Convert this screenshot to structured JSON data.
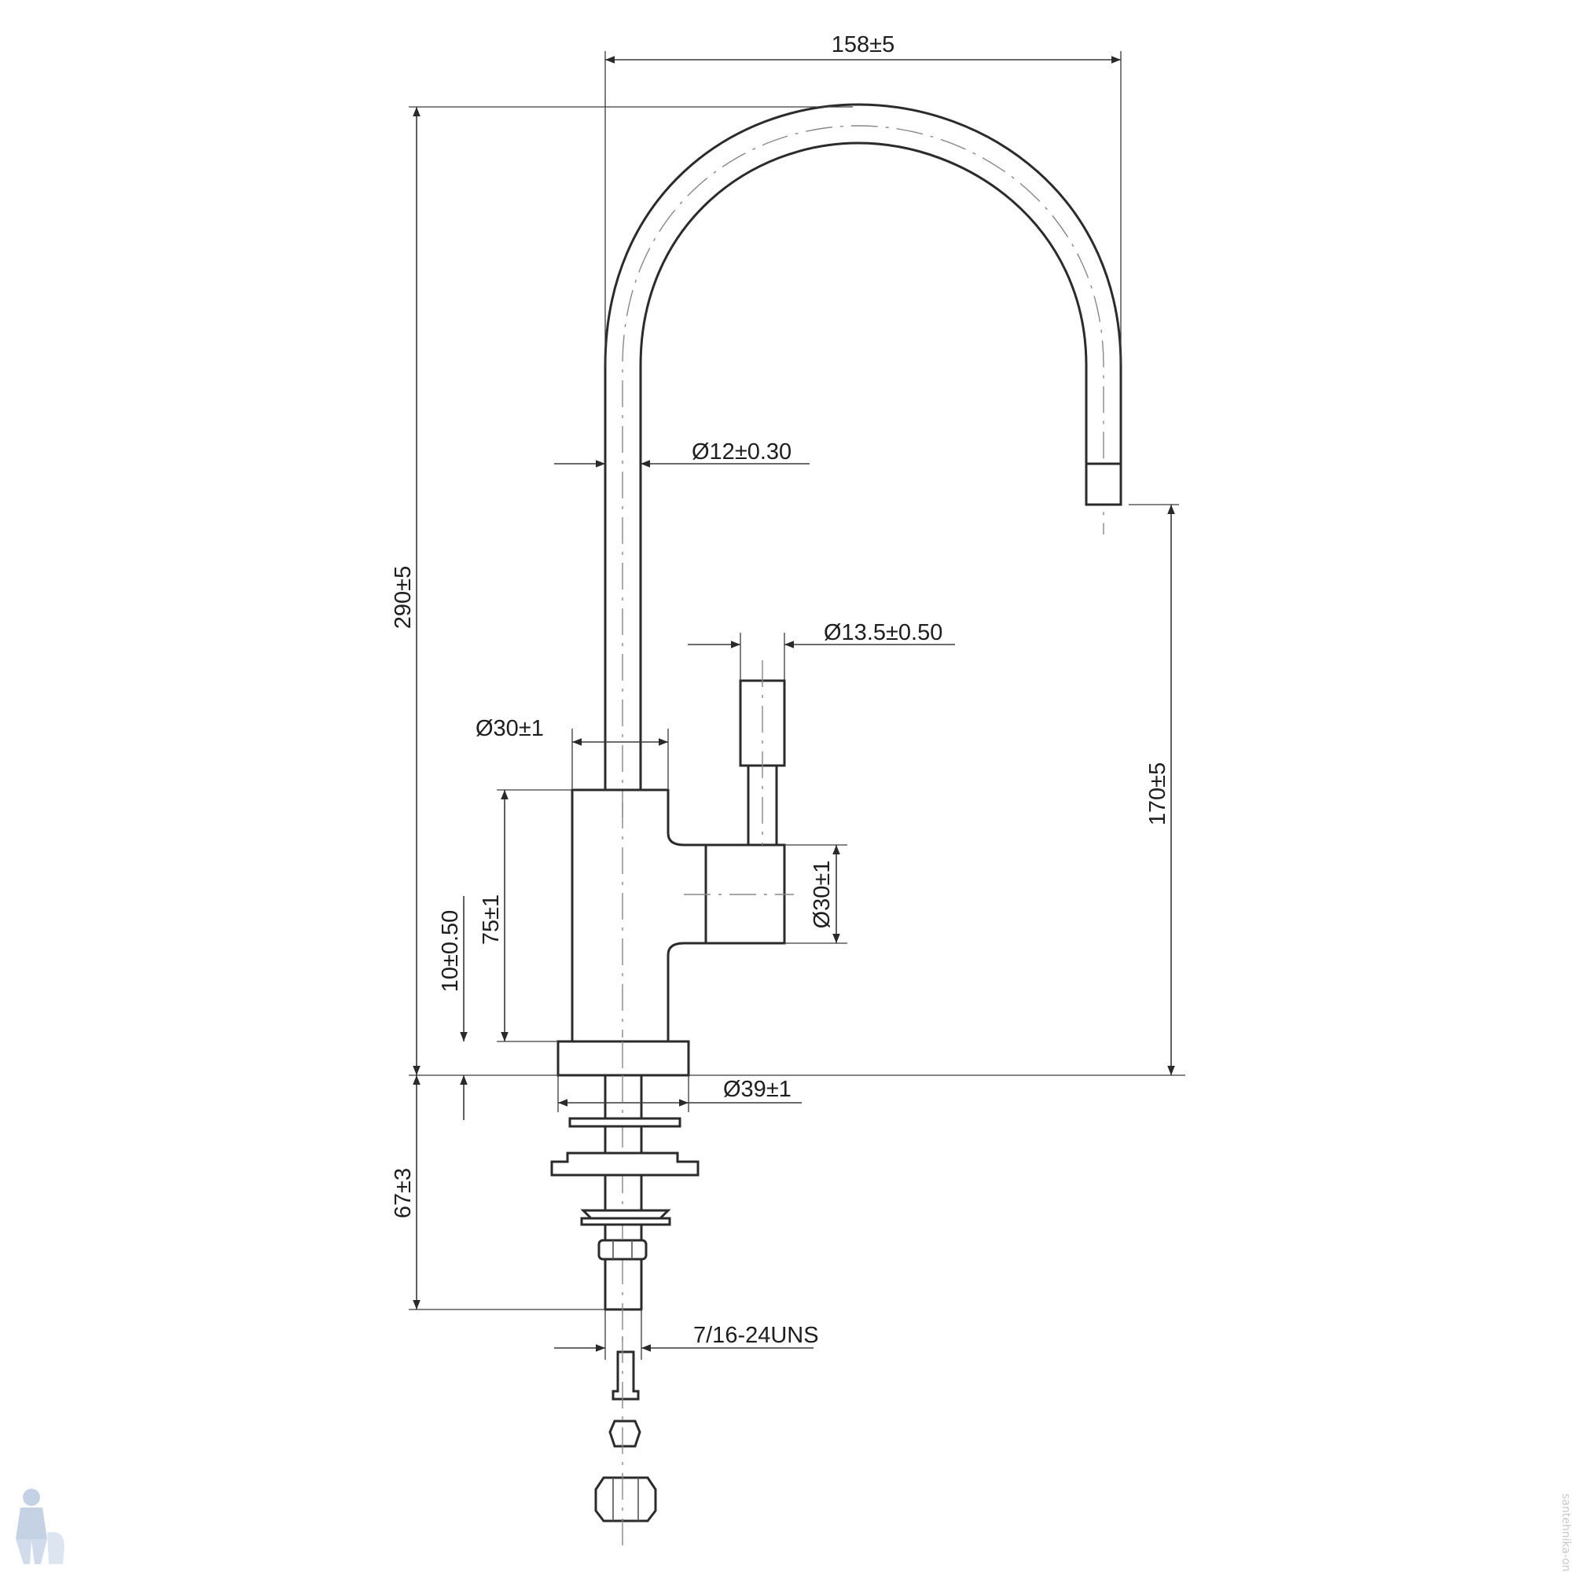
{
  "dimensions": {
    "spout_reach": "158±5",
    "total_height": "290±5",
    "tube_diameter": "Ø12±0.30",
    "handle_knob_diameter": "Ø13.5±0.50",
    "body_diameter_top": "Ø30±1",
    "body_height": "75±1",
    "base_height": "10±0.50",
    "handle_diameter": "Ø30±1",
    "spout_outlet_height": "170±5",
    "base_diameter": "Ø39±1",
    "shank_length": "67±3",
    "thread": "7/16-24UNS"
  },
  "watermark": {
    "text": "santehnika-online",
    "icon": "plumber-mascot-icon"
  }
}
